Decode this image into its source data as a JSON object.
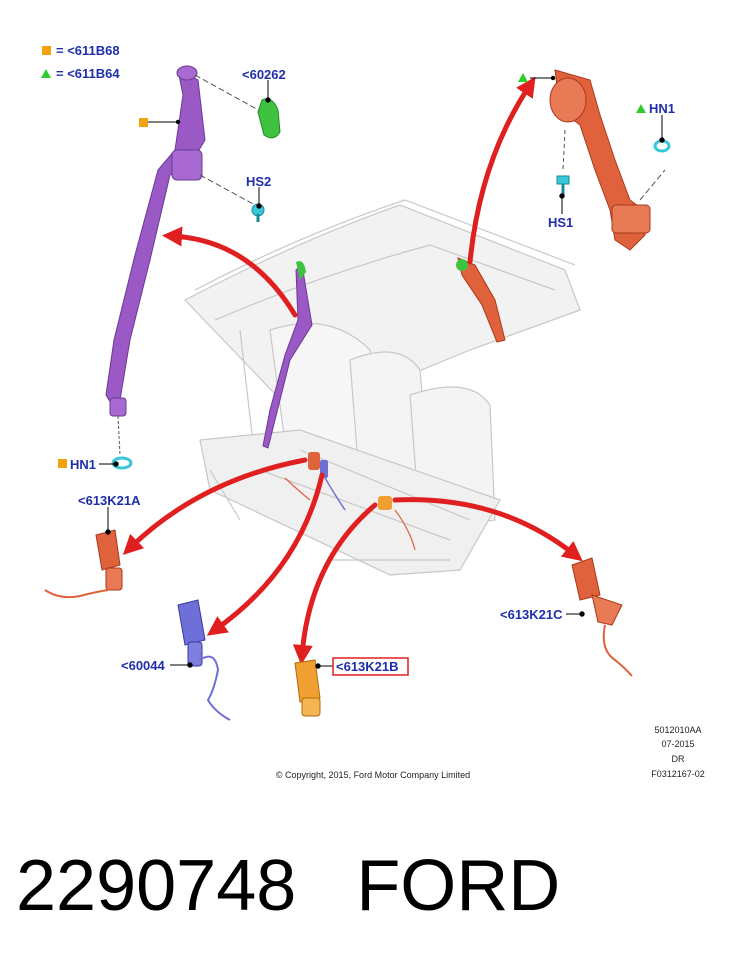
{
  "legend": [
    {
      "marker": "square",
      "color": "#f2a20f",
      "text": "= <611B68"
    },
    {
      "marker": "triangle",
      "color": "#2ecc2e",
      "text": "= <611B64"
    }
  ],
  "callouts": {
    "c60262": "<60262",
    "hs2": "HS2",
    "hn1_left": "HN1",
    "hn1_right": "HN1",
    "hs1": "HS1",
    "c613k21a": "<613K21A",
    "c60044": "<60044",
    "c613k21b": "<613K21B",
    "c613k21c": "<613K21C"
  },
  "metadata": {
    "code": "5012010AA",
    "date": "07-2015",
    "dr": "DR",
    "figure_id": "F0312167-02",
    "copyright": "© Copyright, 2015, Ford Motor Company Limited"
  },
  "caption": {
    "part_number": "2290748",
    "brand": "FORD"
  },
  "colors": {
    "label": "#1f2fa8",
    "purple_belt": "#9b59c6",
    "orange_red_belt": "#e0623d",
    "blue_buckle": "#6f6fd8",
    "orange_buckle": "#f0a030",
    "red_arrow": "#e02020",
    "green_clip": "#3fc23f",
    "cyan_fastener": "#38c6d9",
    "highlight_box": "#e02020"
  }
}
